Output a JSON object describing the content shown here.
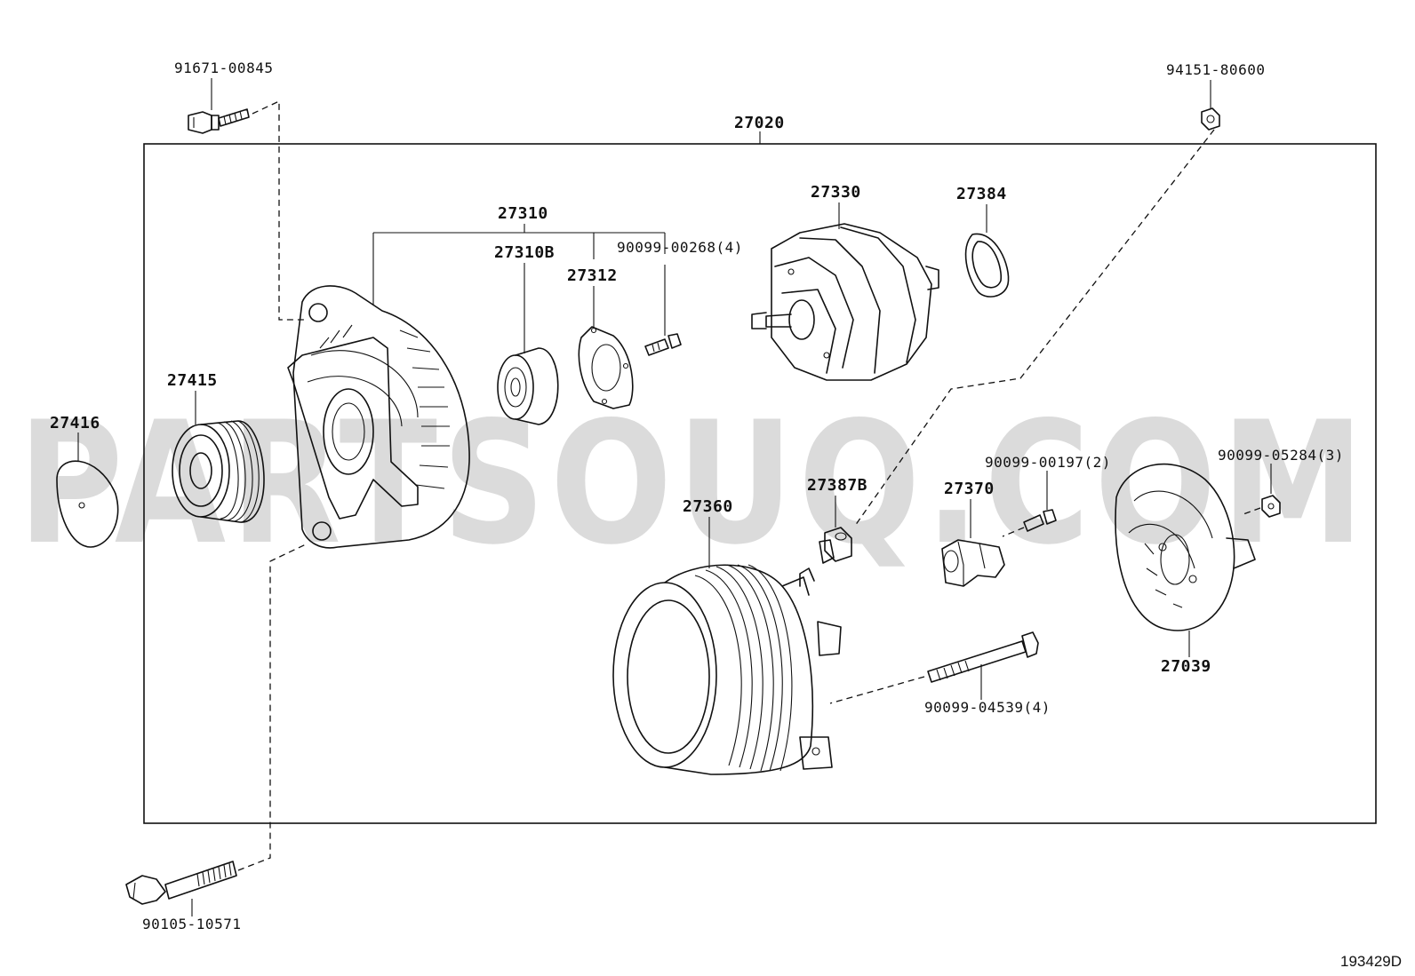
{
  "watermark": "PARTSOUQ.COM",
  "diagram_ref": "193429D",
  "labels": {
    "p91671": "91671-00845",
    "p94151": "94151-80600",
    "p27020": "27020",
    "p27310": "27310",
    "p27310b": "27310B",
    "p90099_00268": "90099-00268(4)",
    "p27312": "27312",
    "p27330": "27330",
    "p27384": "27384",
    "p27415": "27415",
    "p27416": "27416",
    "p27387b": "27387B",
    "p27360": "27360",
    "p90099_00197": "90099-00197(2)",
    "p27370": "27370",
    "p90099_05284": "90099-05284(3)",
    "p27039": "27039",
    "p90099_04539": "90099-04539(4)",
    "p90105": "90105-10571"
  }
}
